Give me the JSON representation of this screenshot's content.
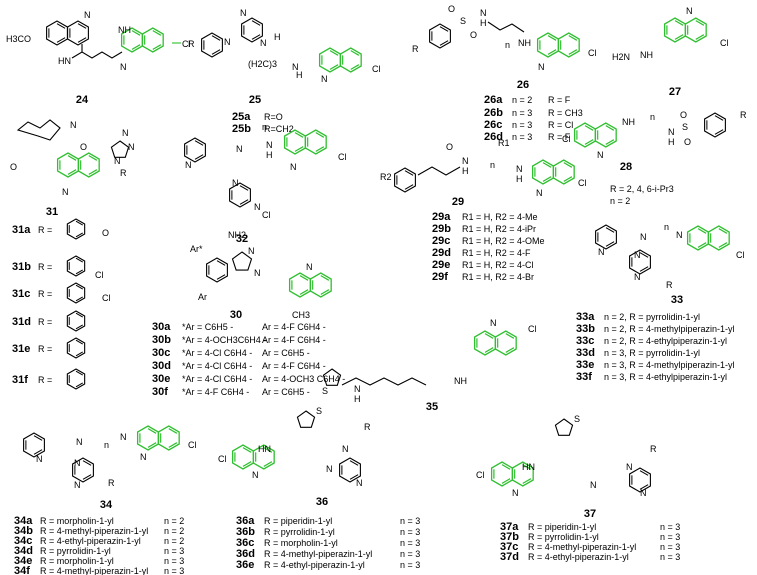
{
  "colors": {
    "quinoline": "#2fbf2f",
    "bond": "#000000",
    "background": "#ffffff"
  },
  "compounds": [
    {
      "id": "24",
      "atoms": [
        "H3CO",
        "N",
        "HN",
        "NH",
        "N",
        "Cl"
      ]
    },
    {
      "id": "25",
      "atoms": [
        "R",
        "N",
        "N",
        "N",
        "H",
        "(H2C)3",
        "N",
        "H",
        "N",
        "Cl"
      ],
      "variants": [
        {
          "id": "25a",
          "r": "R=O"
        },
        {
          "id": "25b",
          "r": "R=CH2"
        }
      ]
    },
    {
      "id": "26",
      "atoms": [
        "R",
        "S",
        "O",
        "O",
        "N",
        "H",
        "NH",
        "n",
        "N",
        "Cl"
      ],
      "variants": [
        {
          "id": "26a",
          "n": "n = 2",
          "r": "R = F"
        },
        {
          "id": "26b",
          "n": "n = 3",
          "r": "R = CH3"
        },
        {
          "id": "26c",
          "n": "n = 3",
          "r": "R = Cl"
        },
        {
          "id": "26d",
          "n": "n = 3",
          "r": "R = F"
        }
      ]
    },
    {
      "id": "27",
      "atoms": [
        "H2N",
        "NH",
        "N",
        "Cl"
      ]
    },
    {
      "id": "28",
      "atoms": [
        "Cl",
        "NH",
        "n",
        "N",
        "N",
        "H",
        "S",
        "O",
        "O",
        "R"
      ],
      "notes": [
        "R = 2, 4, 6-i-Pr3",
        "n = 2"
      ]
    },
    {
      "id": "29",
      "atoms": [
        "R2",
        "O",
        "N",
        "H",
        "R1",
        "n",
        "N",
        "H",
        "N",
        "Cl"
      ],
      "variants": [
        {
          "id": "29a",
          "r": "R1 = H,   R2 = 4-Me"
        },
        {
          "id": "29b",
          "r": "R1 = H,   R2 = 4-iPr"
        },
        {
          "id": "29c",
          "r": "R1 = H,   R2 = 4-OMe"
        },
        {
          "id": "29d",
          "r": "R1 = H,   R2 = 4-F"
        },
        {
          "id": "29e",
          "r": "R1 = H,   R2 = 4-Cl"
        },
        {
          "id": "29f",
          "r": "R1 = H,   R2 = 4-Br"
        }
      ]
    },
    {
      "id": "30",
      "atoms": [
        "NH2",
        "Ar*",
        "N",
        "N",
        "N",
        "Ar",
        "CH3"
      ],
      "variants": [
        {
          "id": "30a",
          "star": "*Ar = C6H5 -",
          "ar": "Ar = 4-F C6H4 -"
        },
        {
          "id": "30b",
          "star": "*Ar = 4-OCH3C6H4 -",
          "ar": "Ar = 4-F C6H4 -"
        },
        {
          "id": "30c",
          "star": "*Ar = 4-Cl C6H4 -",
          "ar": "Ar = C6H5 -"
        },
        {
          "id": "30d",
          "star": "*Ar = 4-Cl C6H4 -",
          "ar": "Ar = 4-F C6H4 -"
        },
        {
          "id": "30e",
          "star": "*Ar = 4-Cl C6H4 -",
          "ar": "Ar = 4-OCH3 C6H4 -"
        },
        {
          "id": "30f",
          "star": "*Ar = 4-F C6H4 -",
          "ar": "Ar = C6H5 -"
        }
      ]
    },
    {
      "id": "31",
      "atoms": [
        "N",
        "O",
        "N",
        "N",
        "N",
        "R",
        "O",
        "N"
      ],
      "variants": [
        {
          "id": "31a",
          "r": "R =",
          "sub": "O"
        },
        {
          "id": "31b",
          "r": "R =",
          "sub": "Cl"
        },
        {
          "id": "31c",
          "r": "R =",
          "sub": "Cl"
        },
        {
          "id": "31d",
          "r": "R ="
        },
        {
          "id": "31e",
          "r": "R ="
        },
        {
          "id": "31f",
          "r": "R ="
        }
      ]
    },
    {
      "id": "32",
      "atoms": [
        "N",
        "N",
        "n",
        "N",
        "H",
        "N",
        "N",
        "Cl",
        "N",
        "Cl"
      ]
    },
    {
      "id": "33",
      "atoms": [
        "N",
        "N",
        "n",
        "N",
        "N",
        "N",
        "R",
        "Cl"
      ],
      "variants": [
        {
          "id": "33a",
          "r": "n = 2, R = pyrrolidin-1-yl"
        },
        {
          "id": "33b",
          "r": "n = 2, R = 4-methylpiperazin-1-yl"
        },
        {
          "id": "33c",
          "r": "n = 2, R = 4-ethylpiperazin-1-yl"
        },
        {
          "id": "33d",
          "r": "n = 3, R = pyrrolidin-1-yl"
        },
        {
          "id": "33e",
          "r": "n = 3, R = 4-methylpiperazin-1-yl"
        },
        {
          "id": "33f",
          "r": "n = 3, R = 4-ethylpiperazin-1-yl"
        }
      ]
    },
    {
      "id": "34",
      "atoms": [
        "N",
        "N",
        "n",
        "N",
        "N",
        "N",
        "R",
        "N",
        "Cl"
      ],
      "variants": [
        {
          "id": "34a",
          "r": "R = morpholin-1-yl",
          "n": "n = 2"
        },
        {
          "id": "34b",
          "r": "R = 4-methyl-piperazin-1-yl",
          "n": "n = 2"
        },
        {
          "id": "34c",
          "r": "R = 4-ethyl-piperazin-1-yl",
          "n": "n = 2"
        },
        {
          "id": "34d",
          "r": "R = pyrrolidin-1-yl",
          "n": "n = 3"
        },
        {
          "id": "34e",
          "r": "R = morpholin-1-yl",
          "n": "n = 3"
        },
        {
          "id": "34f",
          "r": "R = 4-methyl-piperazin-1-yl",
          "n": "n = 3"
        }
      ]
    },
    {
      "id": "35",
      "atoms": [
        "S",
        "N",
        "H",
        "NH",
        "N",
        "Cl"
      ]
    },
    {
      "id": "36",
      "atoms": [
        "Cl",
        "HN",
        "N",
        "N",
        "N",
        "S",
        "N",
        "R"
      ],
      "variants": [
        {
          "id": "36a",
          "r": "R = piperidin-1-yl",
          "n": "n = 3"
        },
        {
          "id": "36b",
          "r": "R = pyrrolidin-1-yl",
          "n": "n = 3"
        },
        {
          "id": "36c",
          "r": "R = morpholin-1-yl",
          "n": "n = 3"
        },
        {
          "id": "36d",
          "r": "R = 4-methyl-piperazin-1-yl",
          "n": "n = 3"
        },
        {
          "id": "36e",
          "r": "R = 4-ethyl-piperazin-1-yl",
          "n": "n = 3"
        }
      ]
    },
    {
      "id": "37",
      "atoms": [
        "Cl",
        "HN",
        "N",
        "N",
        "N",
        "S",
        "N",
        "R"
      ],
      "variants": [
        {
          "id": "37a",
          "r": "R = piperidin-1-yl",
          "n": "n = 3"
        },
        {
          "id": "37b",
          "r": "R = pyrrolidin-1-yl",
          "n": "n = 3"
        },
        {
          "id": "37c",
          "r": "R = 4-methyl-piperazin-1-yl",
          "n": "n = 3"
        },
        {
          "id": "37d",
          "r": "R = 4-ethyl-piperazin-1-yl",
          "n": "n = 3"
        }
      ]
    }
  ]
}
